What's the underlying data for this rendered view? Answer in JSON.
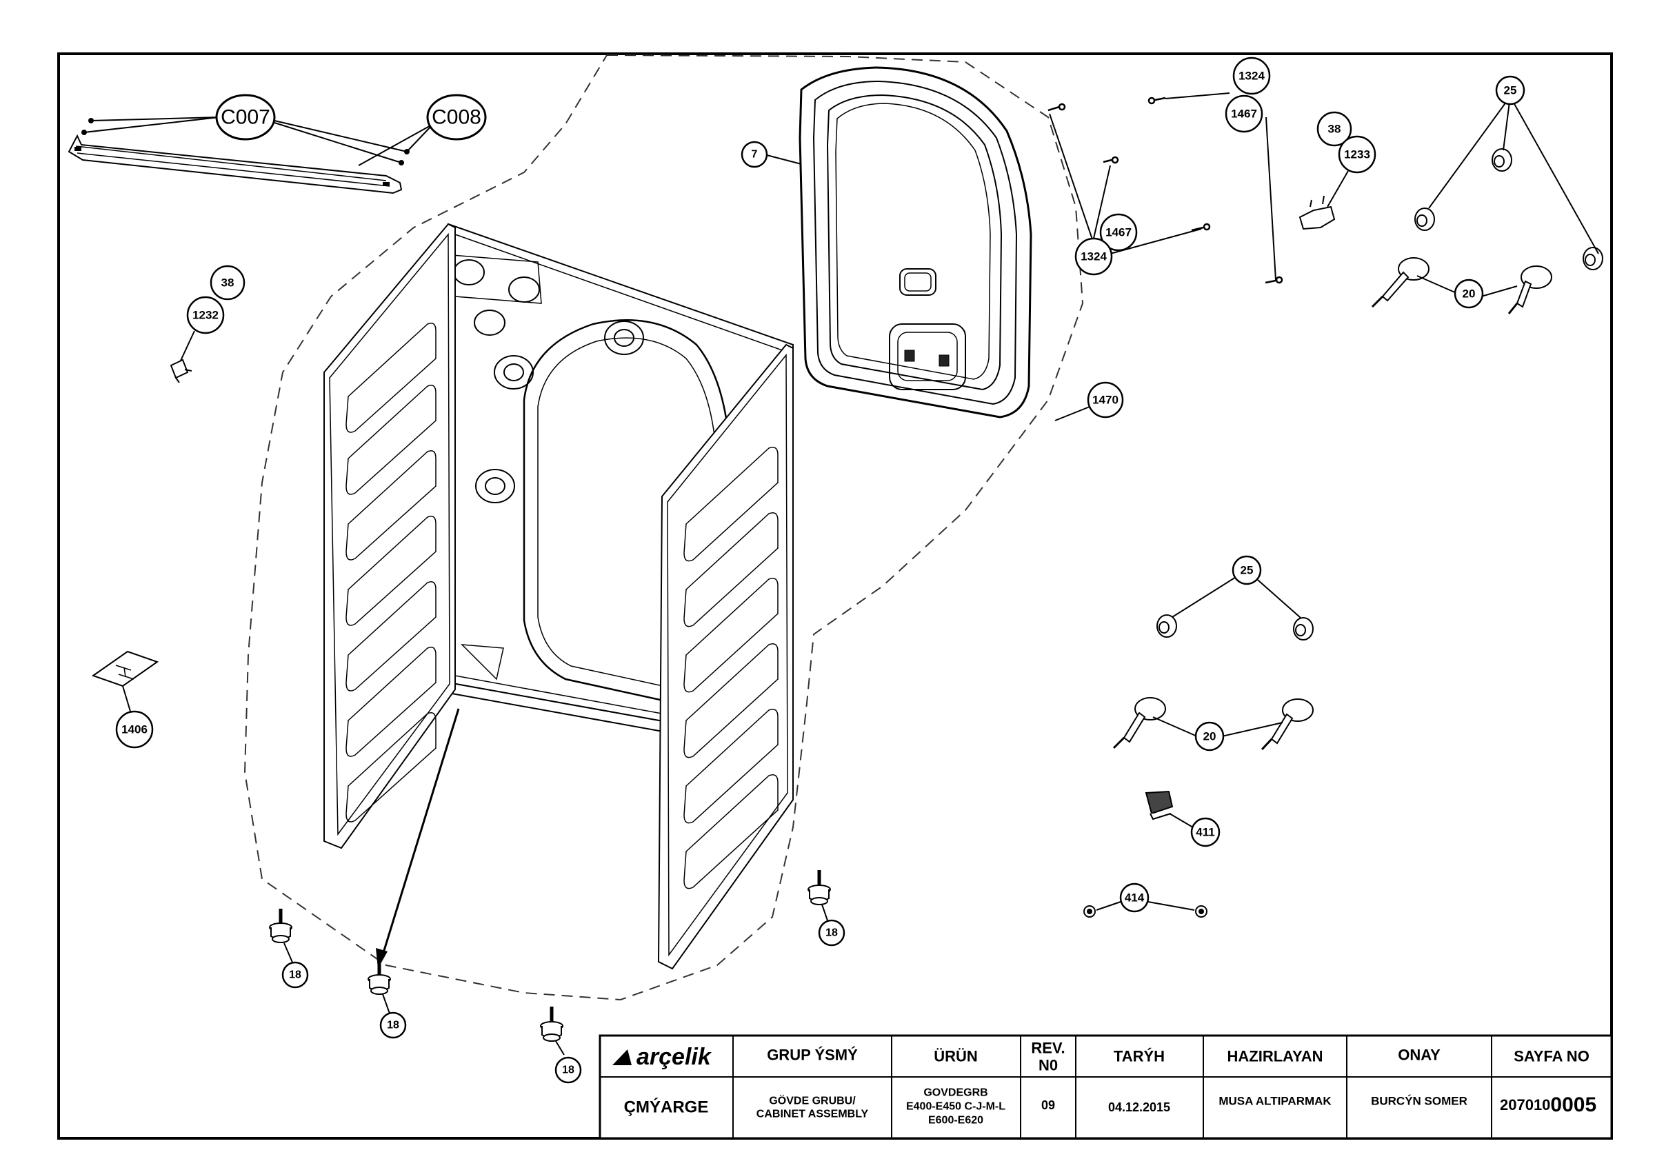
{
  "callouts": {
    "c007": "C007",
    "c008": "C008",
    "p7": "7",
    "p1324_top": "1324",
    "p1467_top": "1467",
    "p1467_mid": "1467",
    "p1324_mid": "1324",
    "p38_top": "38",
    "p1233": "1233",
    "p25_top": "25",
    "p20_top": "20",
    "p38_left": "38",
    "p1232": "1232",
    "p1470": "1470",
    "p1406": "1406",
    "p25_mid": "25",
    "p20_mid": "20",
    "p411": "411",
    "p414": "414",
    "p18_a": "18",
    "p18_b": "18",
    "p18_c": "18",
    "p18_d": "18"
  },
  "title_block": {
    "brand": "arçelik",
    "brand_dept": "ÇMÝARGE",
    "group_header": "GRUP ÝSMÝ",
    "group_value_1": "GÖVDE GRUBU/",
    "group_value_2": "CABINET ASSEMBLY",
    "product_header": "ÜRÜN",
    "product_value_1": "GOVDEGRB",
    "product_value_2": "E400-E450 C-J-M-L",
    "product_value_3": "E600-E620",
    "rev_header_1": "REV.",
    "rev_header_2": "N0",
    "rev_value": "09",
    "date_header": "TARÝH",
    "date_value": "04.12.2015",
    "prepared_header": "HAZIRLAYAN",
    "prepared_value": "MUSA ALTIPARMAK",
    "approved_header": "ONAY",
    "approved_value": "BURCÝN SOMER",
    "page_header": "SAYFA NO",
    "page_value_small": "207010",
    "page_value_big": "0005"
  }
}
